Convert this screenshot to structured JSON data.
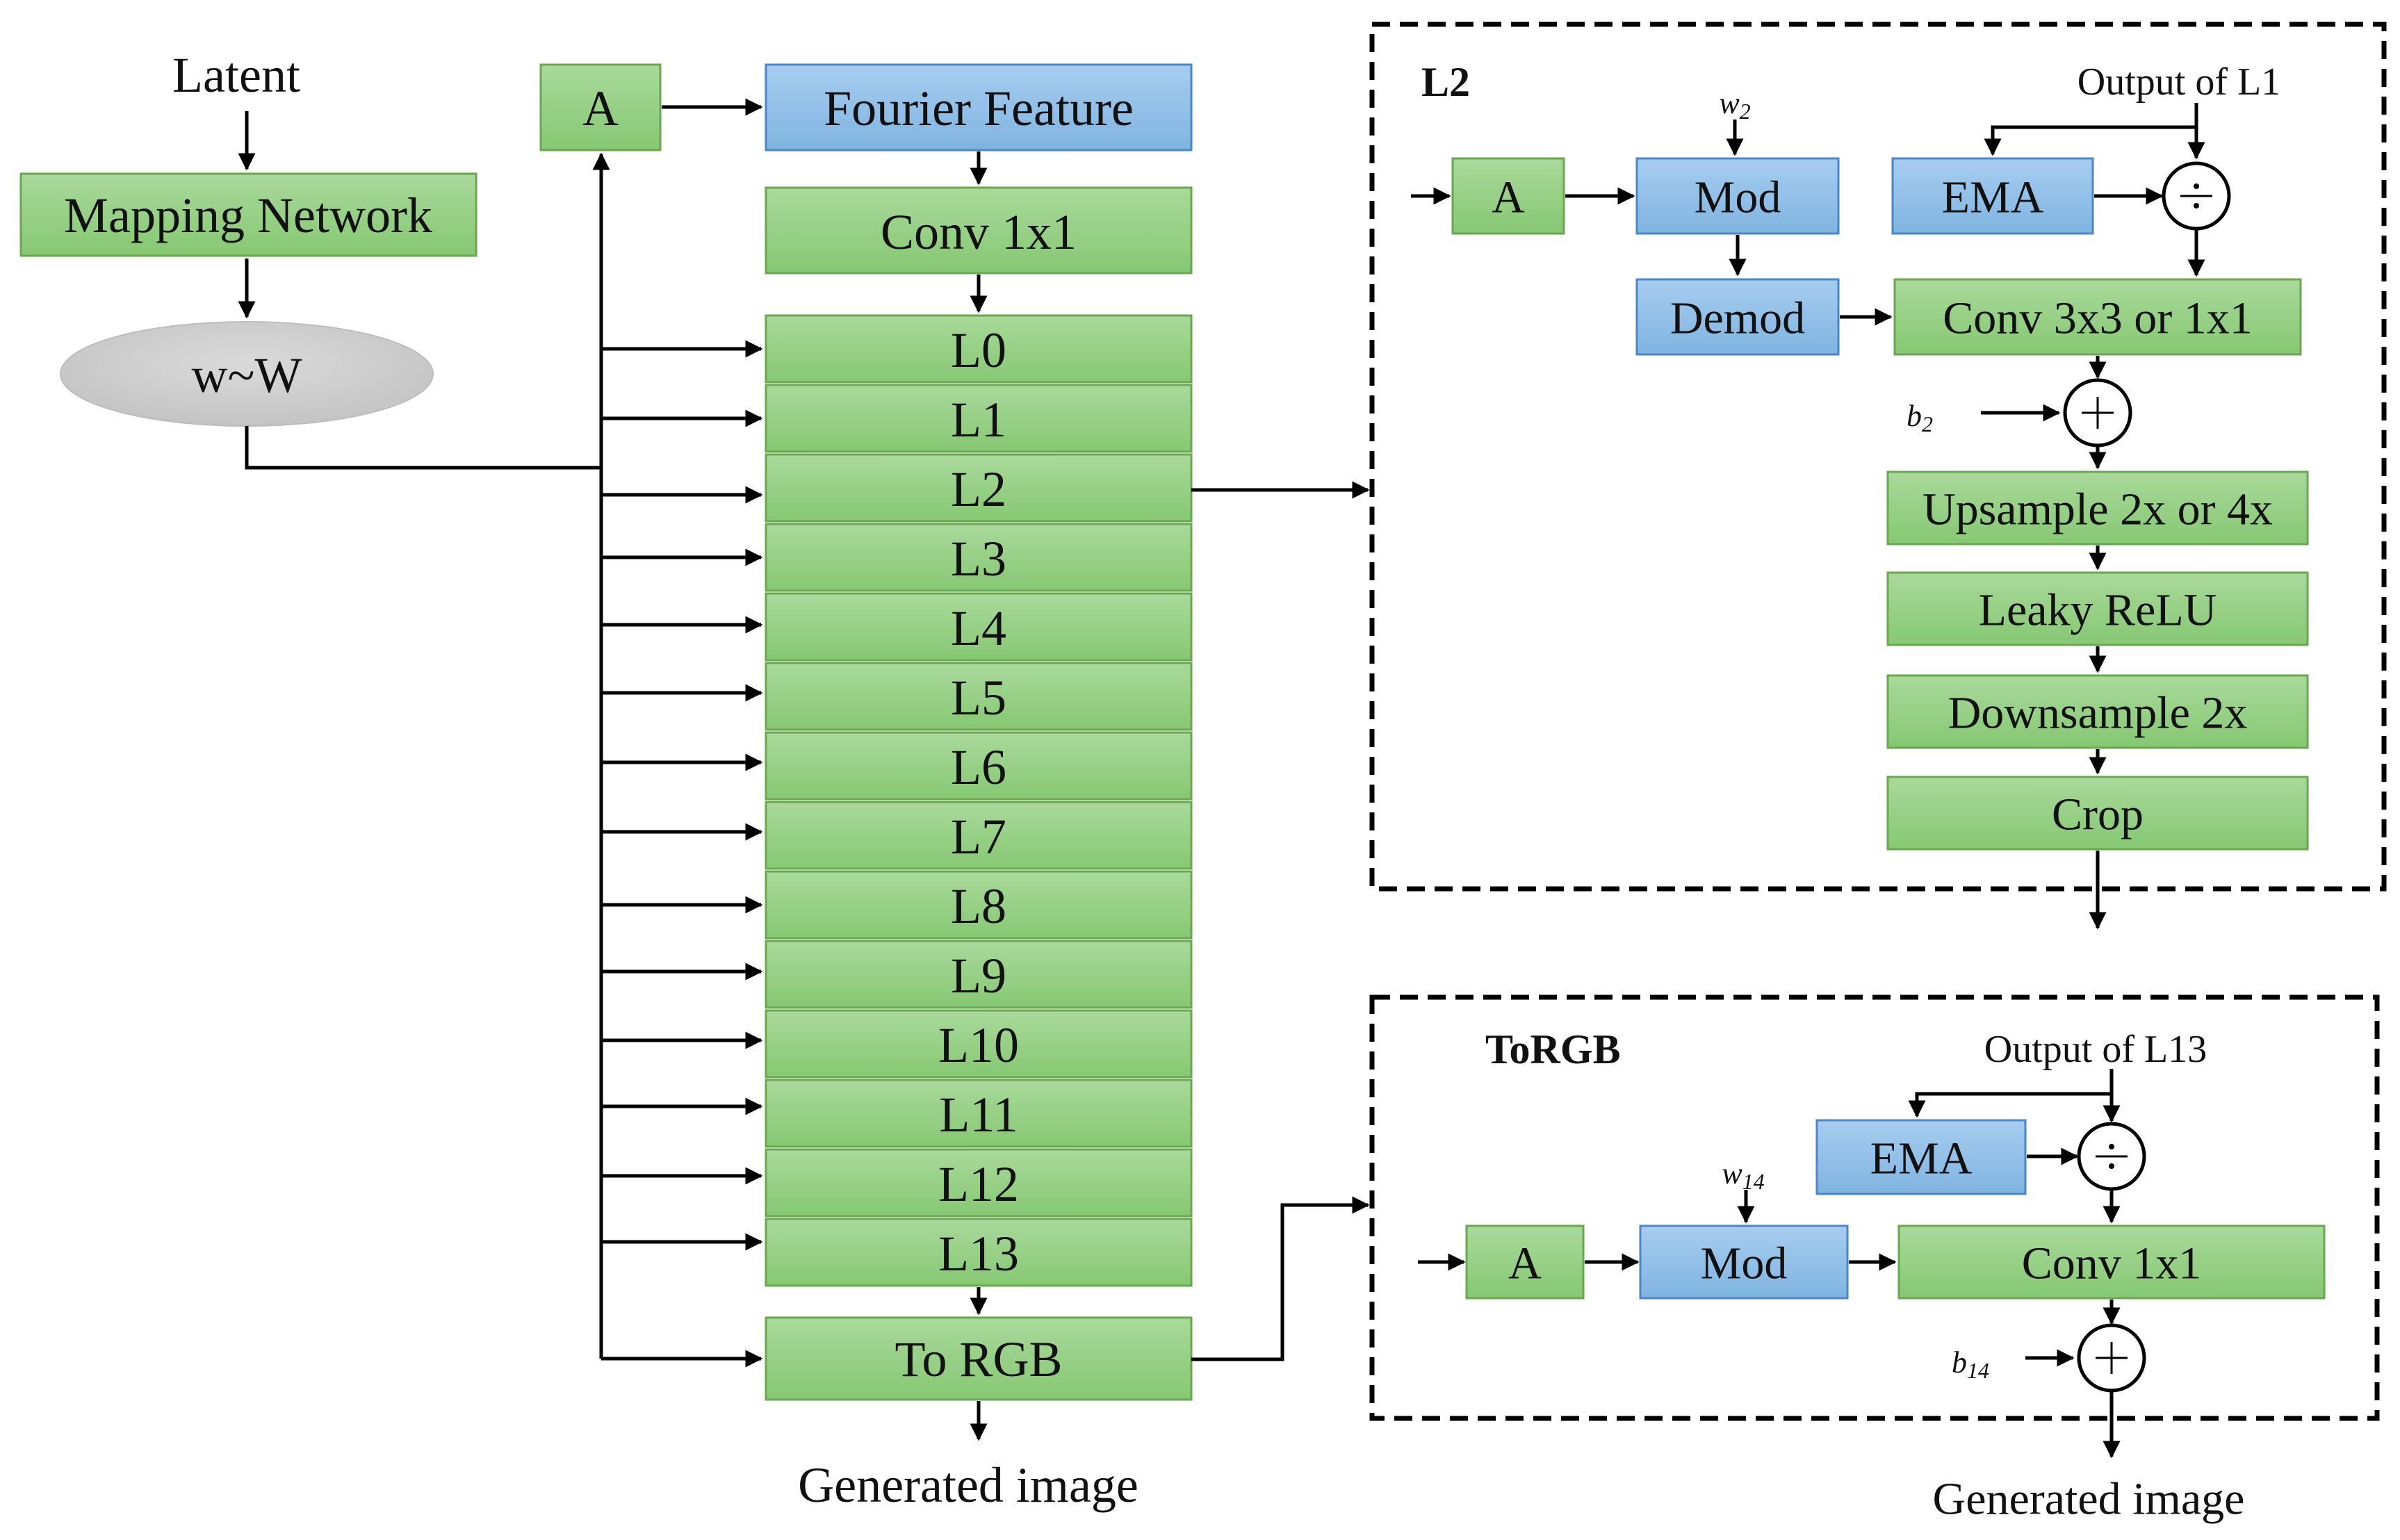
{
  "left": {
    "latent": "Latent",
    "mapping_network": "Mapping Network",
    "w_sample": "w~W",
    "affine": "A",
    "fourier_feature": "Fourier Feature",
    "conv_1x1": "Conv 1x1",
    "layers": [
      "L0",
      "L1",
      "L2",
      "L3",
      "L4",
      "L5",
      "L6",
      "L7",
      "L8",
      "L9",
      "L10",
      "L11",
      "L12",
      "L13"
    ],
    "to_rgb": "To RGB",
    "generated_image": "Generated image"
  },
  "l2_panel": {
    "title": "L2",
    "affine": "A",
    "mod": "Mod",
    "demod": "Demod",
    "ema": "EMA",
    "output_of": "Output of L1",
    "weight": "w",
    "weight_sub": "2",
    "bias": "b",
    "bias_sub": "2",
    "conv": "Conv 3x3 or 1x1",
    "upsample": "Upsample 2x or 4x",
    "leaky_relu": "Leaky ReLU",
    "downsample": "Downsample 2x",
    "crop": "Crop"
  },
  "torgb_panel": {
    "title": "ToRGB",
    "output_of": "Output of L13",
    "ema": "EMA",
    "weight": "w",
    "weight_sub": "14",
    "affine": "A",
    "mod": "Mod",
    "conv": "Conv 1x1",
    "bias": "b",
    "bias_sub": "14",
    "generated_image": "Generated image"
  },
  "colors": {
    "green_fill": "#93cf83",
    "blue_fill": "#8fbfe6",
    "gray_fill": "#cfcfcf"
  }
}
